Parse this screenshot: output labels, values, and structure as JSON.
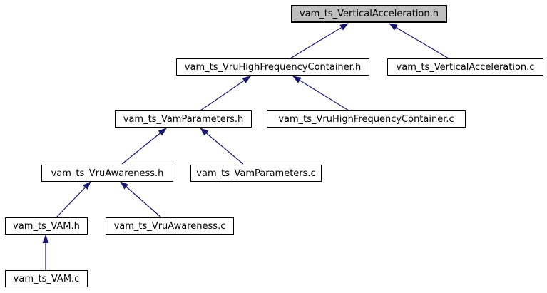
{
  "graph": {
    "kind": "include-dependency-graph",
    "background_color": "#ffffff",
    "colors": {
      "node_border": "#000000",
      "node_fill": "#ffffff",
      "highlighted_node_fill": "#bfbfbf",
      "edge": "#191970",
      "text": "#000000"
    },
    "nodes": [
      {
        "label": "vam_ts_VerticalAcceleration.h",
        "highlighted": true
      },
      {
        "label": "vam_ts_VruHighFrequencyContainer.h",
        "highlighted": false
      },
      {
        "label": "vam_ts_VerticalAcceleration.c",
        "highlighted": false
      },
      {
        "label": "vam_ts_VamParameters.h",
        "highlighted": false
      },
      {
        "label": "vam_ts_VruHighFrequencyContainer.c",
        "highlighted": false
      },
      {
        "label": "vam_ts_VruAwareness.h",
        "highlighted": false
      },
      {
        "label": "vam_ts_VamParameters.c",
        "highlighted": false
      },
      {
        "label": "vam_ts_VAM.h",
        "highlighted": false
      },
      {
        "label": "vam_ts_VruAwareness.c",
        "highlighted": false
      },
      {
        "label": "vam_ts_VAM.c",
        "highlighted": false
      }
    ],
    "edges": [
      {
        "from": "vam_ts_VruHighFrequencyContainer.h",
        "to": "vam_ts_VerticalAcceleration.h"
      },
      {
        "from": "vam_ts_VerticalAcceleration.c",
        "to": "vam_ts_VerticalAcceleration.h"
      },
      {
        "from": "vam_ts_VamParameters.h",
        "to": "vam_ts_VruHighFrequencyContainer.h"
      },
      {
        "from": "vam_ts_VruHighFrequencyContainer.c",
        "to": "vam_ts_VruHighFrequencyContainer.h"
      },
      {
        "from": "vam_ts_VruAwareness.h",
        "to": "vam_ts_VamParameters.h"
      },
      {
        "from": "vam_ts_VamParameters.c",
        "to": "vam_ts_VamParameters.h"
      },
      {
        "from": "vam_ts_VAM.h",
        "to": "vam_ts_VruAwareness.h"
      },
      {
        "from": "vam_ts_VruAwareness.c",
        "to": "vam_ts_VruAwareness.h"
      },
      {
        "from": "vam_ts_VAM.c",
        "to": "vam_ts_VAM.h"
      }
    ]
  }
}
